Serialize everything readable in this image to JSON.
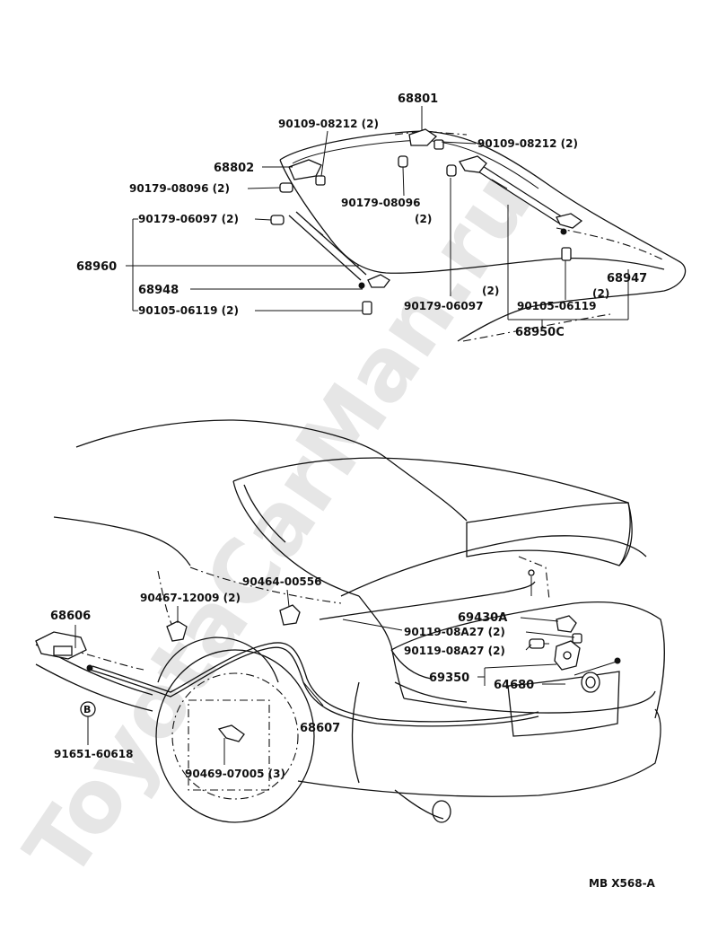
{
  "watermark": "ToyotaCarMan.ru",
  "diagram_code": "MB X568-A",
  "callouts": {
    "p68801": "68801",
    "p90109_left": "90109-08212 (2)",
    "p90109_right": "90109-08212 (2)",
    "p68802": "68802",
    "p90179_08096_left": "90179-08096 (2)",
    "p90179_08096_mid": "90179-08096",
    "p90179_08096_mid_qty": "(2)",
    "p90179_06097_left": "90179-06097 (2)",
    "p68960": "68960",
    "p68948": "68948",
    "p90105_left": "90105-06119 (2)",
    "p90179_06097_right_qty": "(2)",
    "p90179_06097_right": "90179-06097",
    "p68947": "68947",
    "p68947_qty": "(2)",
    "p90105_right": "90105-06119",
    "p68950C": "68950C",
    "p68606": "68606",
    "p90467": "90467-12009 (2)",
    "p90464": "90464-00556",
    "p69430A": "69430A",
    "p90119_a": "90119-08A27 (2)",
    "p90119_b": "90119-08A27 (2)",
    "p69350": "69350",
    "p64680": "64680",
    "p68607": "68607",
    "p91651": "91651-60618",
    "p90469": "90469-07005 (3)",
    "marker_b": "B"
  }
}
